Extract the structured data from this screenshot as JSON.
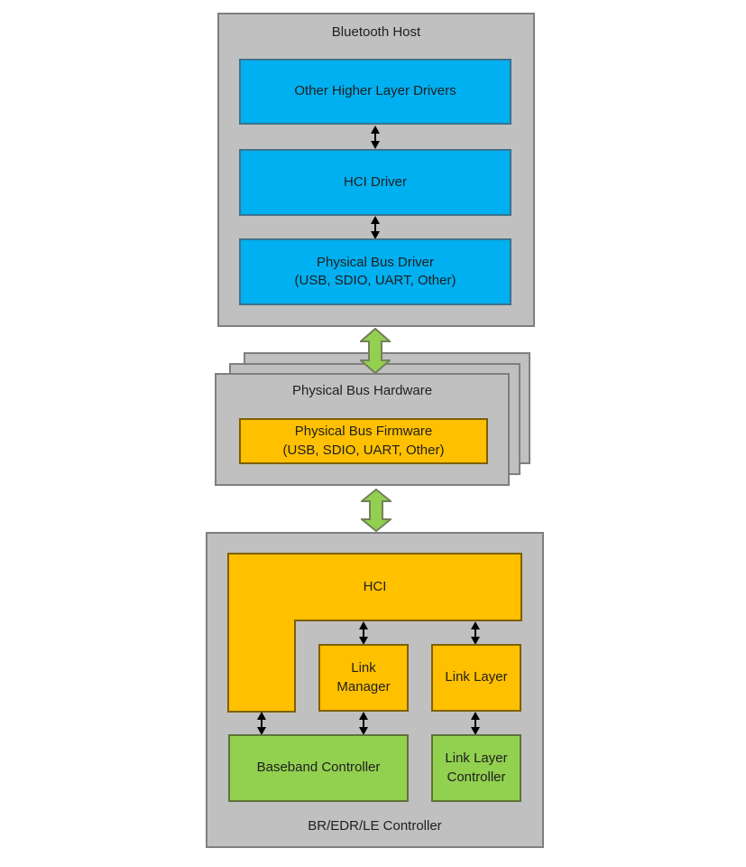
{
  "colors": {
    "text_color": "#1f1f1f",
    "gray_fill": "#c0c0c0",
    "gray_border": "#7f7f7f",
    "blue_fill": "#00b0f0",
    "blue_border": "#3b738f",
    "orange_fill": "#ffc000",
    "orange_border": "#7f6000",
    "green_fill": "#92d050",
    "green_border": "#5f7339",
    "arrow_green_fill": "#92d050",
    "arrow_green_border": "#75805c",
    "arrow_black": "#000000"
  },
  "host": {
    "title": "Bluetooth Host",
    "boxes": [
      {
        "label": "Other Higher Layer Drivers",
        "sublabel": ""
      },
      {
        "label": "HCI Driver",
        "sublabel": ""
      },
      {
        "label": "Physical Bus Driver",
        "sublabel": "(USB, SDIO, UART, Other)"
      }
    ]
  },
  "bus": {
    "title": "Physical Bus Hardware",
    "firmware": {
      "label": "Physical Bus Firmware",
      "sublabel": "(USB, SDIO, UART, Other)"
    }
  },
  "controller": {
    "title": "BR/EDR/LE Controller",
    "hci_label": "HCI",
    "link_manager_label": "Link Manager",
    "link_layer_label": "Link Layer",
    "baseband_label": "Baseband Controller",
    "link_layer_controller_label": "Link Layer Controller"
  }
}
